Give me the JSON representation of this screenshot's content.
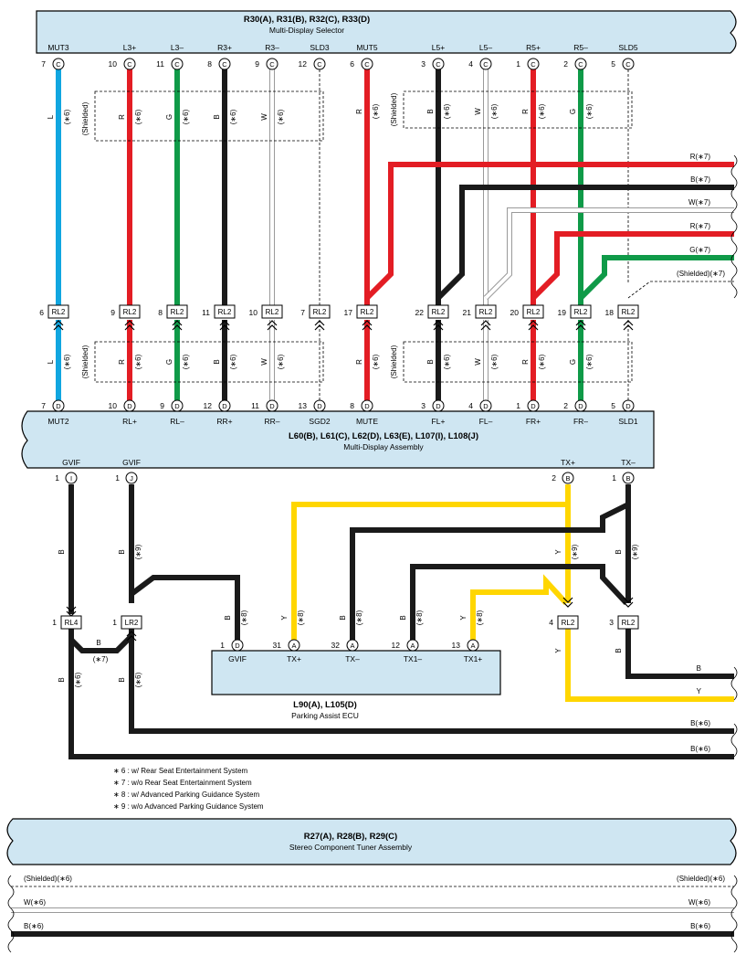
{
  "colors": {
    "L": "#10a6e0",
    "R": "#e31d24",
    "G": "#0f9a48",
    "B": "#1a1a1a",
    "W": "#ffffff",
    "Y": "#ffd600",
    "box": "#cfe6f2"
  },
  "selector": {
    "title": "R30(A), R31(B), R32(C), R33(D)",
    "subtitle": "Multi-Display Selector",
    "pins": [
      {
        "name": "MUT3",
        "num": "7",
        "conn": "C"
      },
      {
        "name": "L3+",
        "num": "10",
        "conn": "C"
      },
      {
        "name": "L3–",
        "num": "11",
        "conn": "C"
      },
      {
        "name": "R3+",
        "num": "8",
        "conn": "C"
      },
      {
        "name": "R3–",
        "num": "9",
        "conn": "C"
      },
      {
        "name": "SLD3",
        "num": "12",
        "conn": "C"
      },
      {
        "name": "MUT5",
        "num": "6",
        "conn": "C"
      },
      {
        "name": "L5+",
        "num": "3",
        "conn": "C"
      },
      {
        "name": "L5–",
        "num": "4",
        "conn": "C"
      },
      {
        "name": "R5+",
        "num": "1",
        "conn": "C"
      },
      {
        "name": "R5–",
        "num": "2",
        "conn": "C"
      },
      {
        "name": "SLD5",
        "num": "5",
        "conn": "C"
      }
    ]
  },
  "rl2_connectors": [
    {
      "num": "6",
      "label": "RL2"
    },
    {
      "num": "9",
      "label": "RL2"
    },
    {
      "num": "8",
      "label": "RL2"
    },
    {
      "num": "11",
      "label": "RL2"
    },
    {
      "num": "10",
      "label": "RL2"
    },
    {
      "num": "7",
      "label": "RL2"
    },
    {
      "num": "17",
      "label": "RL2"
    },
    {
      "num": "22",
      "label": "RL2"
    },
    {
      "num": "21",
      "label": "RL2"
    },
    {
      "num": "20",
      "label": "RL2"
    },
    {
      "num": "19",
      "label": "RL2"
    },
    {
      "num": "18",
      "label": "RL2"
    }
  ],
  "wire_labels_upper": [
    "L",
    "R",
    "G",
    "B",
    "W",
    "R",
    "B",
    "W",
    "R",
    "G"
  ],
  "wire_labels_lower": [
    "L",
    "R",
    "G",
    "B",
    "W",
    "R",
    "B",
    "W",
    "R",
    "G"
  ],
  "note_6": "(∗6)",
  "shielded": "(Shielded)",
  "right_wires": [
    {
      "label": "R(∗7)"
    },
    {
      "label": "B(∗7)"
    },
    {
      "label": "W(∗7)"
    },
    {
      "label": "R(∗7)"
    },
    {
      "label": "G(∗7)"
    },
    {
      "label": "(Shielded)(∗7)"
    }
  ],
  "assembly": {
    "title": "L60(B), L61(C), L62(D), L63(E), L107(I), L108(J)",
    "subtitle": "Multi-Display Assembly",
    "top_pins": [
      {
        "name": "MUT2",
        "num": "7",
        "conn": "D"
      },
      {
        "name": "RL+",
        "num": "10",
        "conn": "D"
      },
      {
        "name": "RL–",
        "num": "9",
        "conn": "D"
      },
      {
        "name": "RR+",
        "num": "12",
        "conn": "D"
      },
      {
        "name": "RR–",
        "num": "11",
        "conn": "D"
      },
      {
        "name": "SGD2",
        "num": "13",
        "conn": "D"
      },
      {
        "name": "MUTE",
        "num": "8",
        "conn": "D"
      },
      {
        "name": "FL+",
        "num": "3",
        "conn": "D"
      },
      {
        "name": "FL–",
        "num": "4",
        "conn": "D"
      },
      {
        "name": "FR+",
        "num": "1",
        "conn": "D"
      },
      {
        "name": "FR–",
        "num": "2",
        "conn": "D"
      },
      {
        "name": "SLD1",
        "num": "5",
        "conn": "D"
      }
    ],
    "bottom_pins": [
      {
        "name": "GVIF",
        "num": "1",
        "conn": "I"
      },
      {
        "name": "GVIF",
        "num": "1",
        "conn": "J"
      },
      {
        "name": "TX+",
        "num": "2",
        "conn": "B"
      },
      {
        "name": "TX–",
        "num": "1",
        "conn": "B"
      }
    ]
  },
  "mid_labels": {
    "b": "B",
    "y": "Y",
    "n6": "(∗6)",
    "n7": "(∗7)",
    "n8": "(∗8)",
    "n9": "(∗9)"
  },
  "mid_connectors": [
    {
      "num": "1",
      "label": "RL4"
    },
    {
      "num": "1",
      "label": "LR2"
    },
    {
      "num": "4",
      "label": "RL2"
    },
    {
      "num": "3",
      "label": "RL2"
    }
  ],
  "ecu": {
    "title": "L90(A), L105(D)",
    "subtitle": "Parking Assist ECU",
    "pins": [
      {
        "name": "GVIF",
        "num": "1",
        "conn": "D"
      },
      {
        "name": "TX+",
        "num": "31",
        "conn": "A"
      },
      {
        "name": "TX–",
        "num": "32",
        "conn": "A"
      },
      {
        "name": "TX1–",
        "num": "12",
        "conn": "A"
      },
      {
        "name": "TX1+",
        "num": "13",
        "conn": "A"
      }
    ]
  },
  "right_mid_wires": [
    {
      "label": "B"
    },
    {
      "label": "Y"
    },
    {
      "label": "B(∗6)"
    },
    {
      "label": "B(∗6)"
    }
  ],
  "notes": [
    "∗ 6 : w/ Rear Seat Entertainment System",
    "∗ 7 : w/o Rear Seat Entertainment System",
    "∗ 8 : w/ Advanced Parking Guidance System",
    "∗ 9 : w/o Advanced Parking Guidance System"
  ],
  "tuner": {
    "title": "R27(A), R28(B), R29(C)",
    "subtitle": "Stereo Component Tuner Assembly"
  },
  "tuner_wires": [
    {
      "left": "(Shielded)(∗6)",
      "right": "(Shielded)(∗6)"
    },
    {
      "left": "W(∗6)",
      "right": "W(∗6)"
    },
    {
      "left": "B(∗6)",
      "right": "B(∗6)"
    }
  ]
}
